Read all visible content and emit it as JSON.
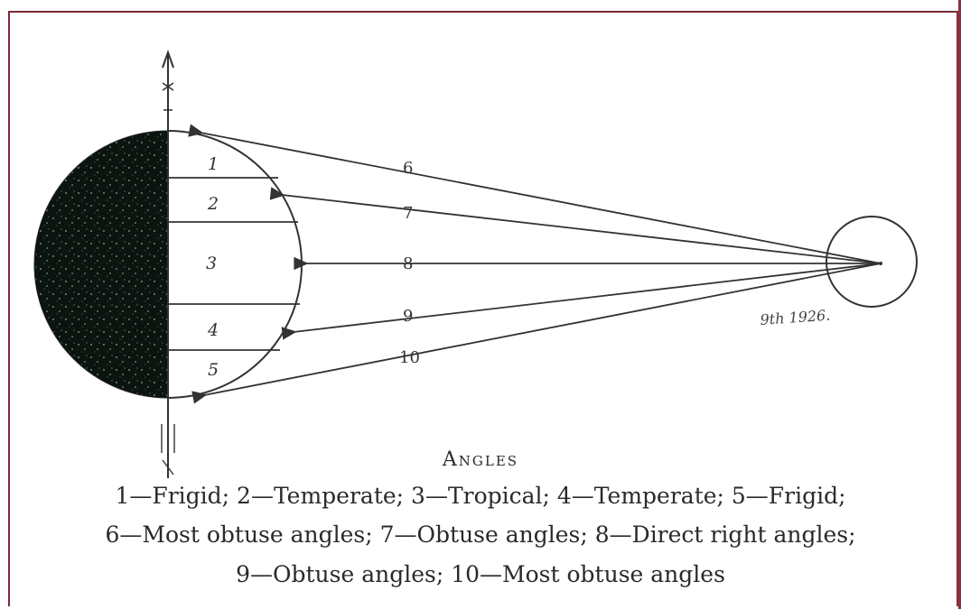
{
  "diagram": {
    "zones": [
      "1",
      "2",
      "3",
      "4",
      "5"
    ],
    "rays": [
      "6",
      "7",
      "8",
      "9",
      "10"
    ],
    "signature": "9th 1926."
  },
  "caption": {
    "title": "Angles",
    "line1": "1—Frigid; 2—Temperate; 3—Tropical; 4—Temperate; 5—Frigid;",
    "line2": "6—Most obtuse angles; 7—Obtuse angles; 8—Direct right angles;",
    "line3": "9—Obtuse angles; 10—Most obtuse angles"
  },
  "colors": {
    "frame": "#7a2a38",
    "ink": "#333333",
    "night_side": "#0c1410"
  }
}
